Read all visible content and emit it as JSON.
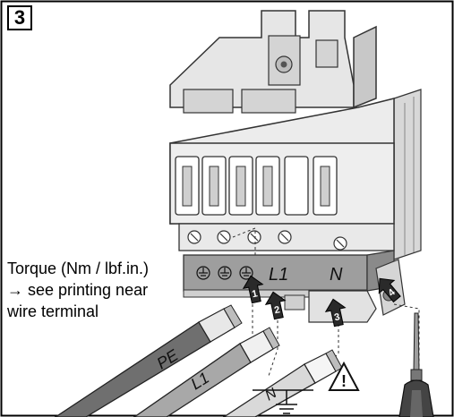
{
  "step_number": "3",
  "torque_note": {
    "line1": "Torque (Nm / lbf.in.)",
    "line2": "→ see printing near",
    "line3": "wire terminal"
  },
  "terminal_labels": {
    "l1": "L1",
    "n": "N"
  },
  "cable_labels": {
    "pe": "PE",
    "l1": "L1",
    "n": "N"
  },
  "step_arrows": [
    "1",
    "2",
    "3",
    "4"
  ],
  "warning_symbol": "!",
  "colors": {
    "housing": "#e6e6e6",
    "housing_shadow": "#bdbdbd",
    "terminal_strip": "#9e9e9e",
    "cable_pe": "#6f6f6f",
    "cable_l1": "#a8a8a8",
    "cable_n": "#d9d9d9",
    "arrow": "#2a2a2a"
  }
}
